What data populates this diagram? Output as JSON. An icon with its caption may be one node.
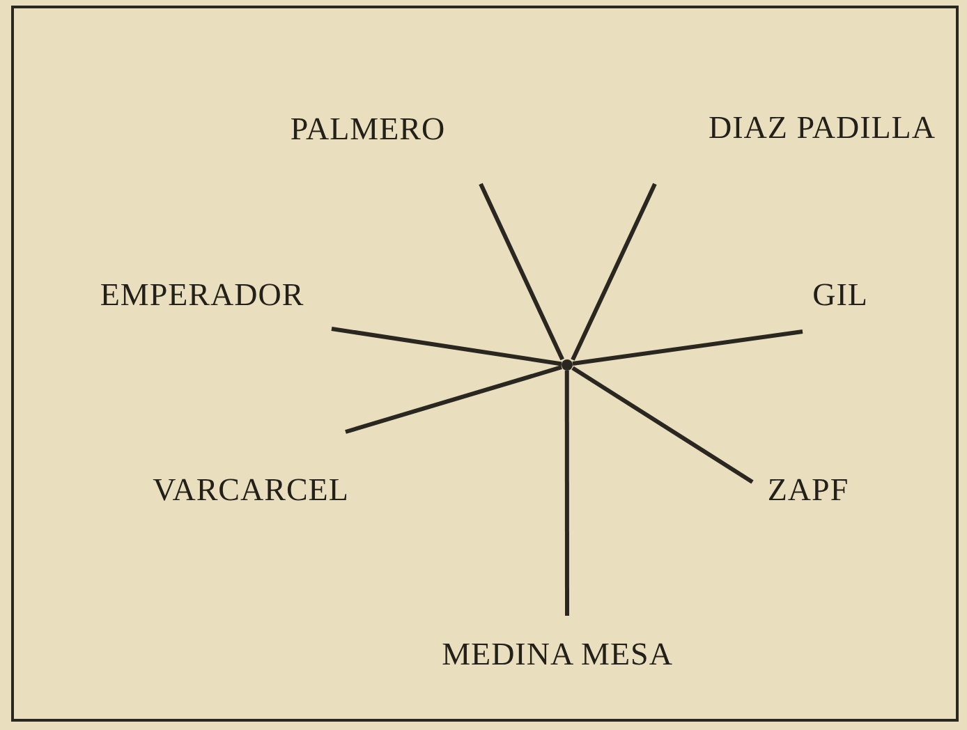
{
  "diagram": {
    "nodes": [
      {
        "text": [],
        "shape": "circle"
      },
      {
        "text": [
          "PALMERO"
        ]
      },
      {
        "text": [
          "DIAZ PADILLA"
        ]
      },
      {
        "text": [
          "EMPERADOR"
        ]
      },
      {
        "text": [
          "GIL"
        ]
      },
      {
        "text": [
          "VARCARCEL"
        ]
      },
      {
        "text": [
          "ZAPF"
        ]
      },
      {
        "text": [
          "MEDINA MESA"
        ]
      }
    ],
    "edges": [
      {
        "from": 0,
        "to": 1,
        "arrow": "none"
      },
      {
        "from": 0,
        "to": 2,
        "arrow": "none"
      },
      {
        "from": 0,
        "to": 3,
        "arrow": "none"
      },
      {
        "from": 0,
        "to": 4,
        "arrow": "none"
      },
      {
        "from": 0,
        "to": 5,
        "arrow": "none"
      },
      {
        "from": 0,
        "to": 6,
        "arrow": "none"
      },
      {
        "from": 0,
        "to": 7,
        "arrow": "none"
      }
    ]
  }
}
